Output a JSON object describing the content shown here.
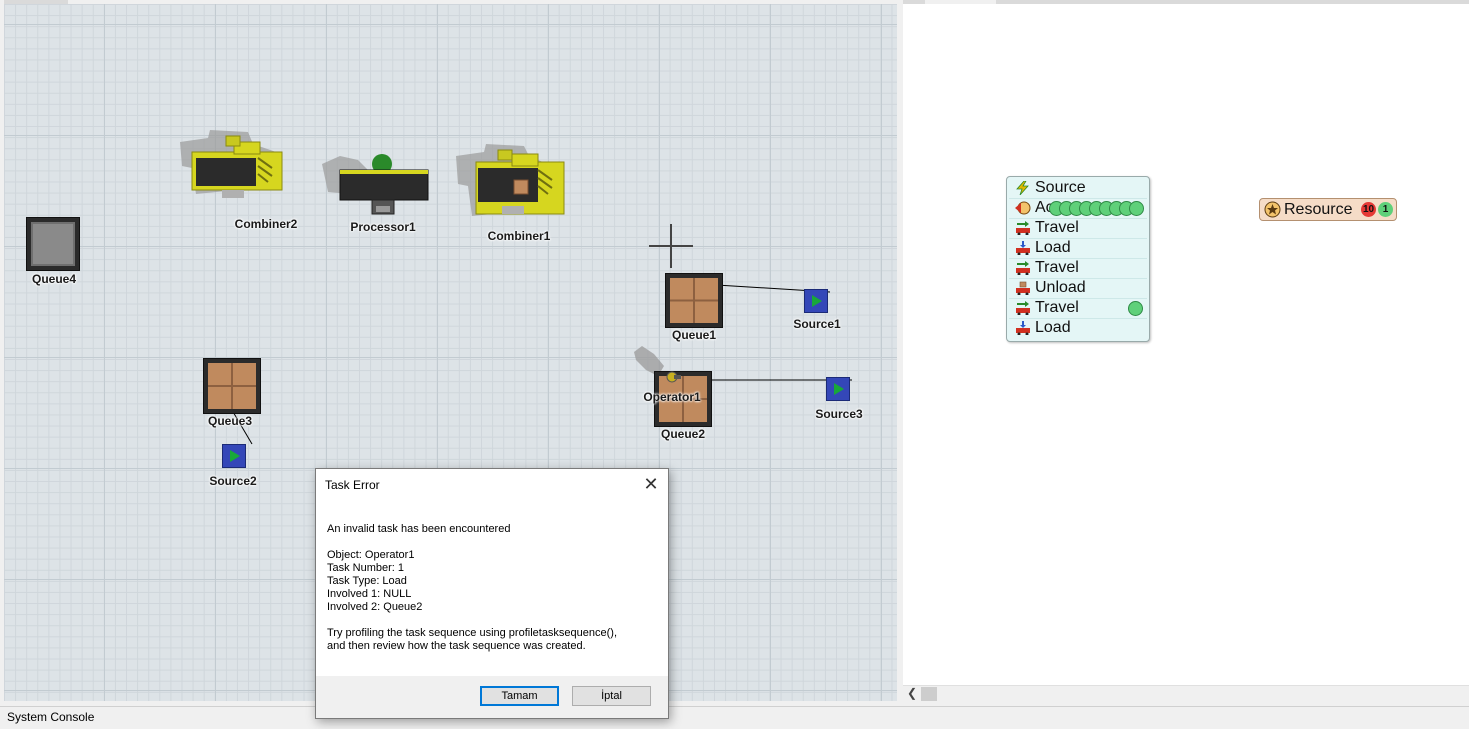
{
  "colors": {
    "floor": "#dde3e7",
    "conveyor_yellow": "#d6d61f",
    "queue_box": "#c08a5e",
    "source_blue": "#3447b8",
    "token_green": "#5fd07a",
    "panel_bg": "#e4f6f6",
    "resource_bg": "#f5dcc7",
    "badge_red": "#e53935",
    "button_focus": "#0078d7"
  },
  "view3d": {
    "objects": {
      "combiner2": "Combiner2",
      "processor1": "Processor1",
      "combiner1": "Combiner1",
      "queue4": "Queue4",
      "queue1": "Queue1",
      "source1": "Source1",
      "queue3": "Queue3",
      "source2": "Source2",
      "operator1": "Operator1",
      "queue2": "Queue2",
      "source3": "Source3"
    }
  },
  "task_sequence": {
    "rows": [
      {
        "label": "Source",
        "icon": "lightning-icon"
      },
      {
        "label": "Ac",
        "icon": "acquire-icon"
      },
      {
        "label": "Travel",
        "icon": "travel-icon"
      },
      {
        "label": "Load",
        "icon": "load-icon"
      },
      {
        "label": "Travel",
        "icon": "travel-icon"
      },
      {
        "label": "Unload",
        "icon": "unload-icon"
      },
      {
        "label": "Travel",
        "icon": "travel-icon"
      },
      {
        "label": "Load",
        "icon": "load-icon"
      }
    ]
  },
  "resource": {
    "label": "Resource",
    "badge_red": "10",
    "badge_green": "1"
  },
  "status_bar": {
    "label": "System Console"
  },
  "dialog": {
    "title": "Task Error",
    "line1": "An invalid task has been encountered",
    "object": "Object: Operator1",
    "task_number": "Task Number: 1",
    "task_type": "Task Type: Load",
    "involved1": "Involved 1: NULL",
    "involved2": "Involved 2: Queue2",
    "hint1": "Try profiling the task sequence using profiletasksequence(),",
    "hint2": "and then review how the task sequence was created.",
    "ok_label": "Tamam",
    "cancel_label": "İptal"
  }
}
